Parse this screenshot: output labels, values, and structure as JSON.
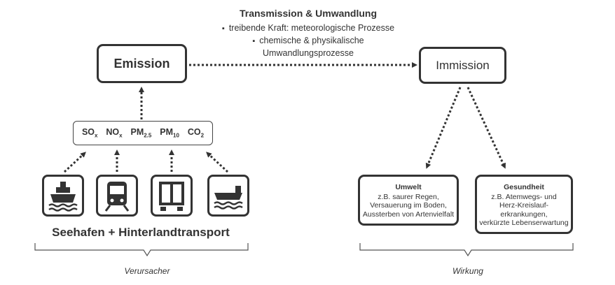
{
  "transmission": {
    "title": "Transmission & Umwandlung",
    "bullet_1": "treibende Kraft: meteorologische Prozesse",
    "bullet_2": "chemische & physikalische",
    "bullet_2_cont": "Umwandlungsprozesse"
  },
  "emission": {
    "label": "Emission"
  },
  "immission": {
    "label": "Immission"
  },
  "pollutants": [
    {
      "base": "SO",
      "sub": "x"
    },
    {
      "base": "NO",
      "sub": "x"
    },
    {
      "base": "PM",
      "sub": "2.5"
    },
    {
      "base": "PM",
      "sub": "10"
    },
    {
      "base": "CO",
      "sub": "2"
    }
  ],
  "sources": {
    "title": "Seehafen + Hinterlandtransport",
    "icons": [
      "ship-icon",
      "train-icon",
      "truck-icon",
      "barge-icon"
    ]
  },
  "effects": {
    "umwelt": {
      "title": "Umwelt",
      "lines": [
        "z.B. saurer Regen,",
        "Versauerung im Boden,",
        "Aussterben von Artenvielfalt"
      ]
    },
    "gesundheit": {
      "title": "Gesundheit",
      "lines": [
        "z.B. Atemwegs- und",
        "Herz-Kreislauf-",
        "erkrankungen,",
        "verkürzte Lebenserwartung"
      ]
    }
  },
  "captions": {
    "left": "Verursacher",
    "right": "Wirkung"
  },
  "colors": {
    "stroke": "#333333",
    "text": "#333333"
  }
}
